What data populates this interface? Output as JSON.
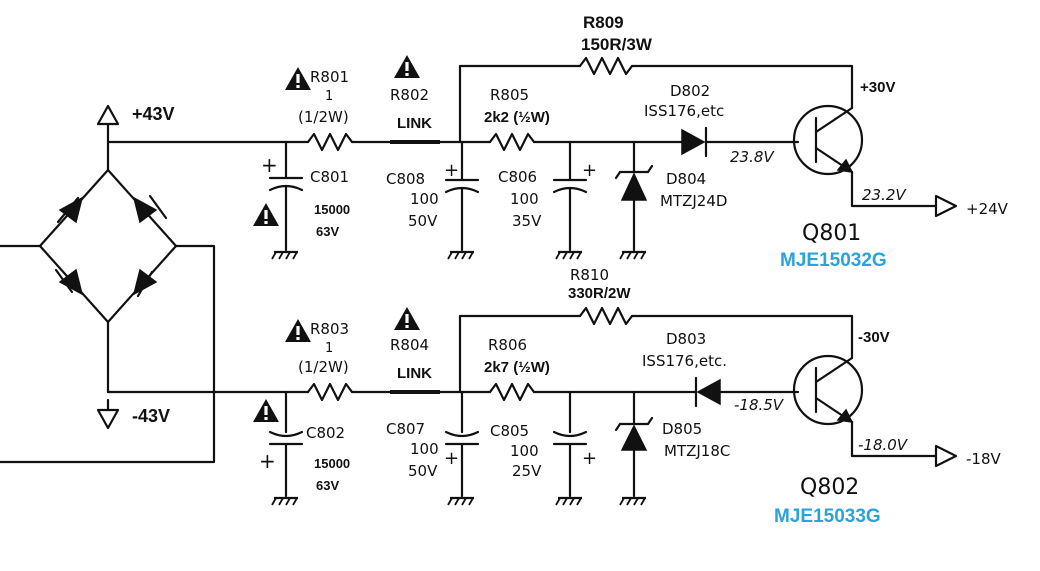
{
  "colors": {
    "red": "#d63a3a",
    "blue": "#2aa3d8",
    "navy": "#3f4a9a",
    "orange": "#e3903a",
    "ink": "#111111"
  },
  "rails": {
    "pos_in": "+43V",
    "neg_in": "-43V",
    "pos_out": "+24V",
    "neg_out": "-18V"
  },
  "top": {
    "r_fuse": {
      "name": "R801",
      "value": "1",
      "power": "(1/2W)"
    },
    "link_ref": "R802",
    "link_label": "LINK",
    "c_bulk": {
      "name": "C801",
      "value": "15000",
      "voltage": "63V"
    },
    "c_a": {
      "name": "C808",
      "value": "100",
      "voltage": "50V"
    },
    "r_series": {
      "name": "R805",
      "value": "2k2 (½W)"
    },
    "c_b": {
      "name": "C806",
      "value": "100",
      "voltage": "35V"
    },
    "r_bypass": {
      "name": "R809",
      "value": "150R/3W"
    },
    "diode": {
      "name": "D802",
      "value": "ISS176,etc"
    },
    "zener": {
      "name": "D804",
      "value": "MTZJ24D"
    },
    "base_v": "23.8V",
    "collector_v": "+30V",
    "emitter_v": "23.2V",
    "transistor": {
      "name": "Q801",
      "part": "MJE15032G"
    }
  },
  "bottom": {
    "r_fuse": {
      "name": "R803",
      "value": "1",
      "power": "(1/2W)"
    },
    "link_ref": "R804",
    "link_label": "LINK",
    "c_bulk": {
      "name": "C802",
      "value": "15000",
      "voltage": "63V"
    },
    "c_a": {
      "name": "C807",
      "value": "100",
      "voltage": "50V"
    },
    "r_series": {
      "name": "R806",
      "value": "2k7 (½W)"
    },
    "c_b": {
      "name": "C805",
      "value": "100",
      "voltage": "25V"
    },
    "r_bypass": {
      "name": "R810",
      "value": "330R/2W"
    },
    "diode": {
      "name": "D803",
      "value": "ISS176,etc."
    },
    "zener": {
      "name": "D805",
      "value": "MTZJ18C"
    },
    "base_v": "-18.5V",
    "collector_v": "-30V",
    "emitter_v": "-18.0V",
    "transistor": {
      "name": "Q802",
      "part": "MJE15033G"
    }
  },
  "icons": [
    "warning-triangle-icon",
    "ground-icon",
    "terminal-arrow-icon",
    "diode-icon",
    "zener-icon",
    "npn-transistor-icon",
    "pnp-transistor-icon",
    "capacitor-icon",
    "resistor-icon"
  ]
}
